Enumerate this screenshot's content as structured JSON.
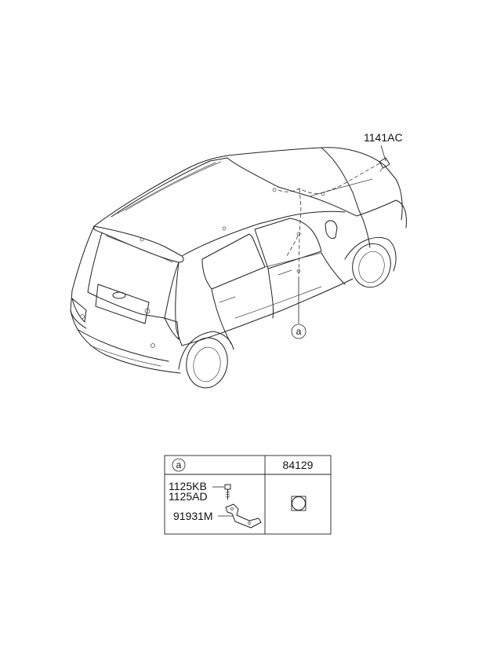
{
  "callouts": {
    "top_part": "1141AC",
    "ref_circle": "a"
  },
  "table": {
    "header_ref": "a",
    "header_part": "84129",
    "parts": [
      "1125KB",
      "1125AD",
      "91931M"
    ]
  }
}
